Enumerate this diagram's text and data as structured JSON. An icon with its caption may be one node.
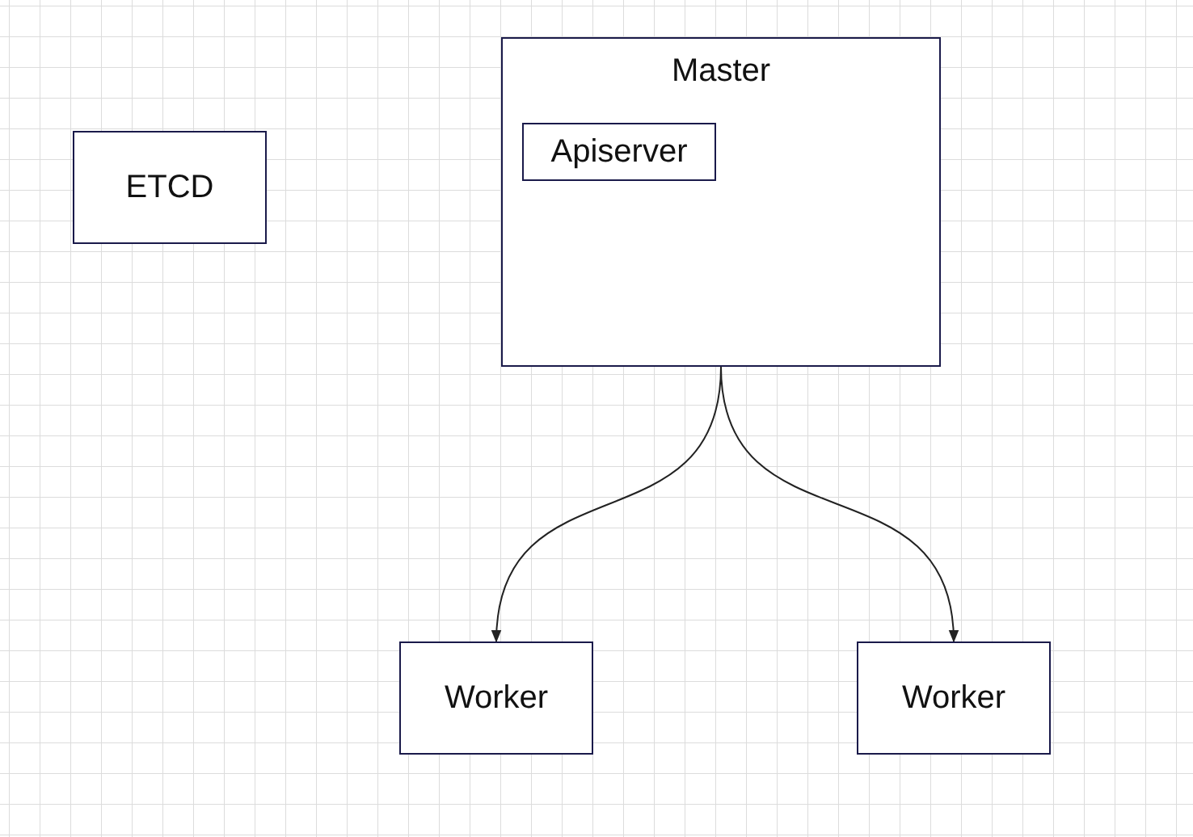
{
  "diagram": {
    "nodes": [
      {
        "text": [
          "ETCD"
        ]
      },
      {
        "text": [
          "Master"
        ]
      },
      {
        "text": [
          "Apiserver"
        ],
        "in": 1
      },
      {
        "text": [
          "Worker"
        ]
      },
      {
        "text": [
          "Worker"
        ]
      }
    ],
    "edges": [
      {
        "from": 1,
        "to": 3,
        "arrow": "to"
      },
      {
        "from": 1,
        "to": 4,
        "arrow": "to"
      }
    ]
  }
}
